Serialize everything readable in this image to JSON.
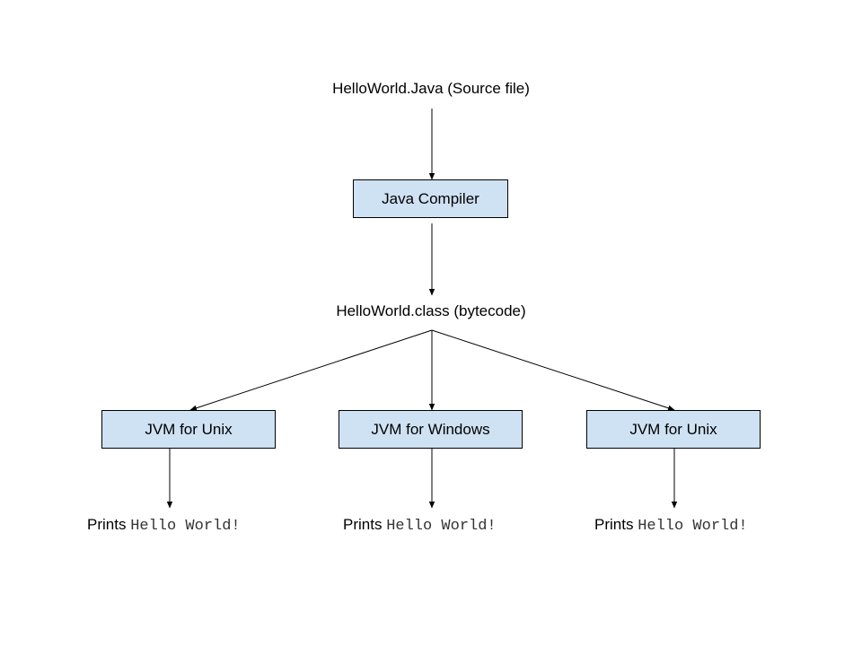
{
  "diagram": {
    "source": "HelloWorld.Java (Source file)",
    "compiler": "Java Compiler",
    "bytecode": "HelloWorld.class (bytecode)",
    "jvms": [
      {
        "label": "JVM for Unix"
      },
      {
        "label": "JVM for Windows"
      },
      {
        "label": "JVM for Unix"
      }
    ],
    "outputs": [
      {
        "prefix": "Prints",
        "code": "Hello World!"
      },
      {
        "prefix": "Prints",
        "code": "Hello World!"
      },
      {
        "prefix": "Prints",
        "code": "Hello World!"
      }
    ]
  },
  "colors": {
    "box_fill": "#cfe2f3",
    "stroke": "#000000"
  }
}
